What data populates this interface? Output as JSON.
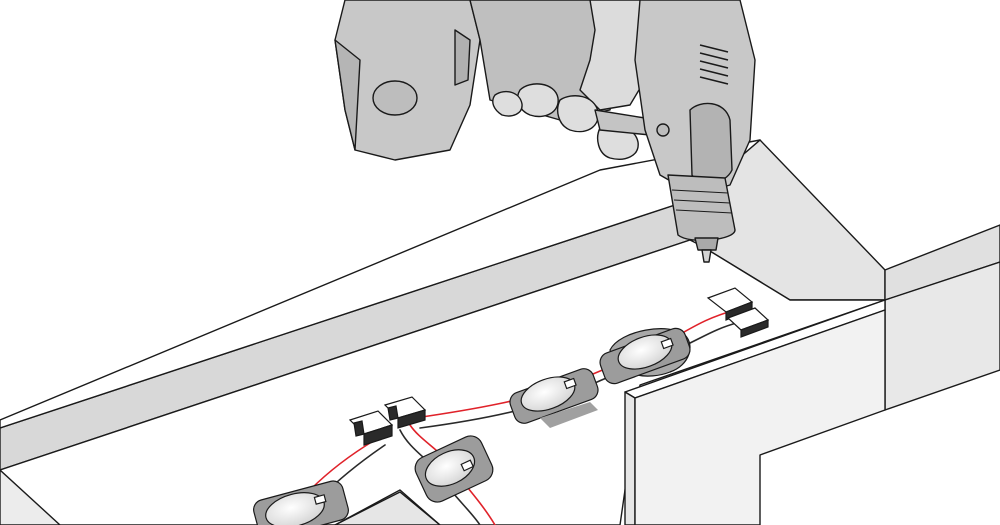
{
  "scene": {
    "subject": "drill-mounting-led-modules-in-channel-letter",
    "colors": {
      "outline": "#1a1a1a",
      "channel_floor": "#ffffff",
      "channel_wall": "#e6e6e6",
      "channel_wall_dark": "#cfcfcf",
      "drill_body": "#c8c8c8",
      "drill_dark": "#a9a9a9",
      "hand": "#dcdcdc",
      "module_base": "#9c9c9c",
      "lens": "#f2f2f2",
      "wire_red": "#e0222a",
      "wire_black": "#2a2a2a"
    },
    "tools": [
      "cordless-drill"
    ],
    "components": [
      "led-module",
      "wire-connector",
      "red-wire",
      "black-wire"
    ]
  }
}
